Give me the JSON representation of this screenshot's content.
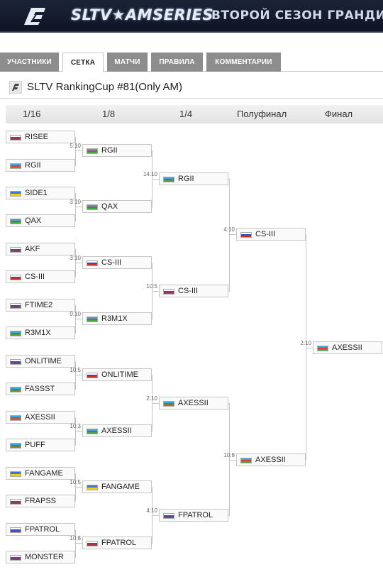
{
  "banner": {
    "brand": "SLTV★AMSERIES",
    "tagline": "ВТОРОЙ СЕЗОН ГРАНДИОЗН"
  },
  "tabs": [
    {
      "label": "УЧАСТНИКИ",
      "active": false
    },
    {
      "label": "СЕТКА",
      "active": true
    },
    {
      "label": "МАТЧИ",
      "active": false
    },
    {
      "label": "ПРАВИЛА",
      "active": false
    },
    {
      "label": "КОММЕНТАРИИ",
      "active": false
    }
  ],
  "page_title": "SLTV RankingCup #81(Only AM)",
  "rounds": [
    "1/16",
    "1/8",
    "1/4",
    "Полуфинал",
    "Финал"
  ],
  "flag_colors": {
    "ru": [
      "#ffffff",
      "#2b4fc5",
      "#d42a2a"
    ],
    "ua": [
      "#3b78d8",
      "#f3d000"
    ],
    "az": [
      "#2eaae0",
      "#e03a3a",
      "#3fa93f"
    ]
  },
  "bracket": {
    "r16": [
      {
        "team1": {
          "name": "RISEE",
          "flag": "ru"
        },
        "team2": {
          "name": "RGII",
          "flag": "az"
        },
        "score": "5:10"
      },
      {
        "team1": {
          "name": "SIDE1",
          "flag": "ua"
        },
        "team2": {
          "name": "QAX",
          "flag": "az"
        },
        "score": "3:10"
      },
      {
        "team1": {
          "name": "AKF",
          "flag": "ru"
        },
        "team2": {
          "name": "CS-III",
          "flag": "ru"
        },
        "score": "3:10"
      },
      {
        "team1": {
          "name": "FTIME2",
          "flag": "ru"
        },
        "team2": {
          "name": "R3M1X",
          "flag": "az"
        },
        "score": "0:10"
      },
      {
        "team1": {
          "name": "ONLITIME",
          "flag": "ru"
        },
        "team2": {
          "name": "FASSST",
          "flag": "az"
        },
        "score": "10:5"
      },
      {
        "team1": {
          "name": "AXESSII",
          "flag": "az"
        },
        "team2": {
          "name": "PUFF",
          "flag": "az"
        },
        "score": "10:3"
      },
      {
        "team1": {
          "name": "FANGAME",
          "flag": "ua"
        },
        "team2": {
          "name": "FRAPSS",
          "flag": "ru"
        },
        "score": "10:5"
      },
      {
        "team1": {
          "name": "FPATROL",
          "flag": "ru"
        },
        "team2": {
          "name": "MONSTER",
          "flag": "ru"
        },
        "score": "10:8"
      }
    ],
    "r8": [
      {
        "team1": {
          "name": "RGII",
          "flag": "az"
        },
        "team2": {
          "name": "QAX",
          "flag": "az"
        },
        "score": "14:10"
      },
      {
        "team1": {
          "name": "CS-III",
          "flag": "ru"
        },
        "team2": {
          "name": "R3M1X",
          "flag": "az"
        },
        "score": "10:5"
      },
      {
        "team1": {
          "name": "ONLITIME",
          "flag": "ru"
        },
        "team2": {
          "name": "AXESSII",
          "flag": "az"
        },
        "score": "2:10"
      },
      {
        "team1": {
          "name": "FANGAME",
          "flag": "ua"
        },
        "team2": {
          "name": "FPATROL",
          "flag": "ru"
        },
        "score": "4:10"
      }
    ],
    "qf": [
      {
        "team1": {
          "name": "RGII",
          "flag": "az"
        },
        "team2": {
          "name": "CS-III",
          "flag": "ru"
        },
        "score": "4:10"
      },
      {
        "team1": {
          "name": "AXESSII",
          "flag": "az"
        },
        "team2": {
          "name": "FPATROL",
          "flag": "ru"
        },
        "score": "10:8"
      }
    ],
    "sf": [
      {
        "team1": {
          "name": "CS-III",
          "flag": "ru"
        },
        "team2": {
          "name": "AXESSII",
          "flag": "az"
        },
        "score": "2:10"
      }
    ],
    "final": {
      "team": {
        "name": "AXESSII",
        "flag": "az"
      }
    }
  }
}
